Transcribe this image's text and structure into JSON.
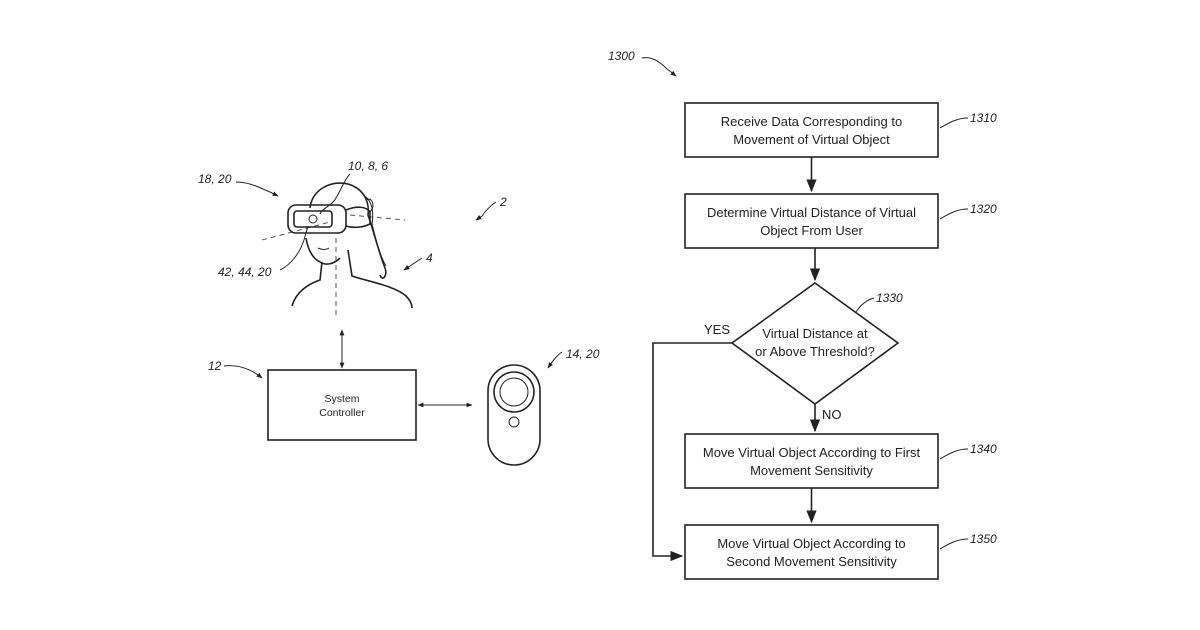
{
  "figure": {
    "ref_system": "2",
    "ref_user": "4",
    "ref_headset": "10, 8, 6",
    "ref_view": "18, 20",
    "ref_display": "42, 44, 20",
    "ref_controller_box": "12",
    "ref_handheld": "14, 20",
    "controller_label_line1": "System",
    "controller_label_line2": "Controller"
  },
  "flowchart": {
    "ref": "1300",
    "steps": [
      {
        "ref": "1310",
        "line1": "Receive Data Corresponding to",
        "line2": "Movement of Virtual Object"
      },
      {
        "ref": "1320",
        "line1": "Determine Virtual Distance of Virtual",
        "line2": "Object From User"
      },
      {
        "ref": "1340",
        "line1": "Move Virtual Object According to First",
        "line2": "Movement Sensitivity"
      },
      {
        "ref": "1350",
        "line1": "Move Virtual Object According to",
        "line2": "Second Movement Sensitivity"
      }
    ],
    "decision": {
      "ref": "1330",
      "line1": "Virtual Distance at",
      "line2": "or Above Threshold?",
      "yes_label": "YES",
      "no_label": "NO"
    }
  }
}
